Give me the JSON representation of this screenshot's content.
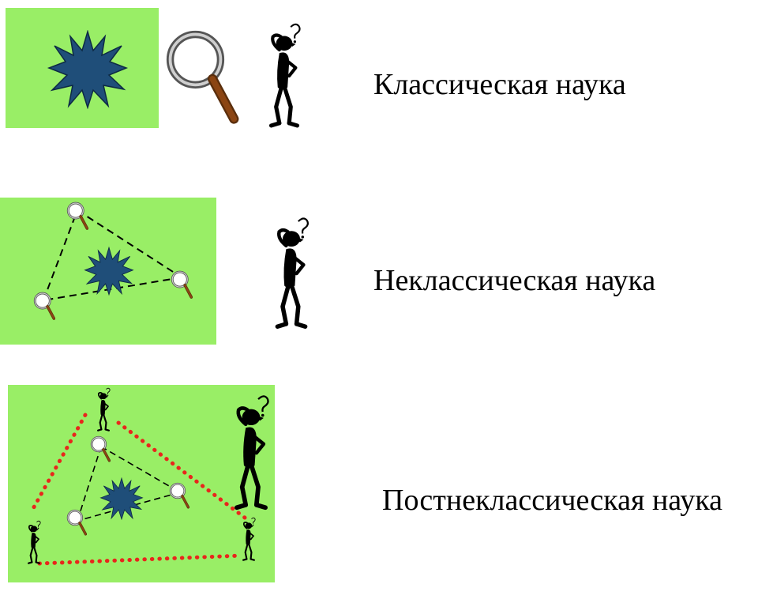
{
  "rows": [
    {
      "label": "Классическая наука"
    },
    {
      "label": "Неклассическая наука"
    },
    {
      "label": "Постнеклассическая наука"
    }
  ],
  "colors": {
    "panel": "#99ee66",
    "star": "#1f4e79",
    "dashed_line": "#000000",
    "dotted_line": "#e8261c",
    "magnifier_handle": "#8b4513",
    "figure": "#000000"
  },
  "icons": [
    "star-burst-icon",
    "magnifier-icon",
    "thinking-person-icon"
  ]
}
